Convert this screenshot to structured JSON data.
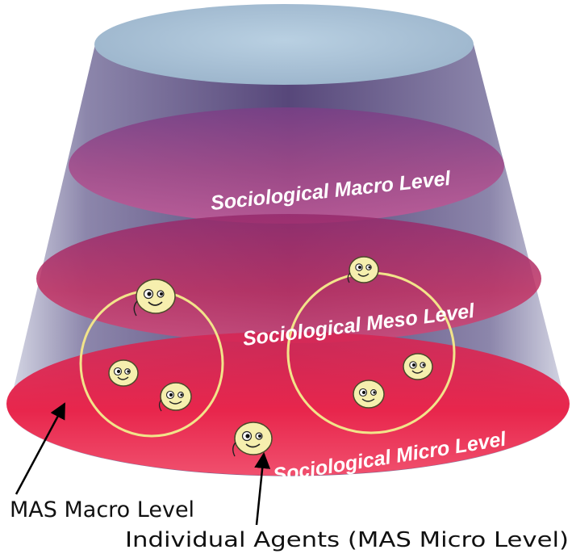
{
  "diagram": {
    "levels": {
      "macro": "Sociological Macro Level",
      "meso": "Sociological Meso Level",
      "micro": "Sociological Micro Level"
    },
    "annotations": {
      "mas_macro": "MAS Macro Level",
      "agents": "Individual Agents (MAS Micro Level)"
    },
    "colors": {
      "cone_side": "#6e6490",
      "top_cap": "#a9c2d8",
      "macro_disc": "#8e3e88",
      "meso_disc": "#b22b63",
      "micro_disc": "#e5264d",
      "group_ring": "#f2e48a",
      "agent_face": "#f6efae"
    }
  }
}
